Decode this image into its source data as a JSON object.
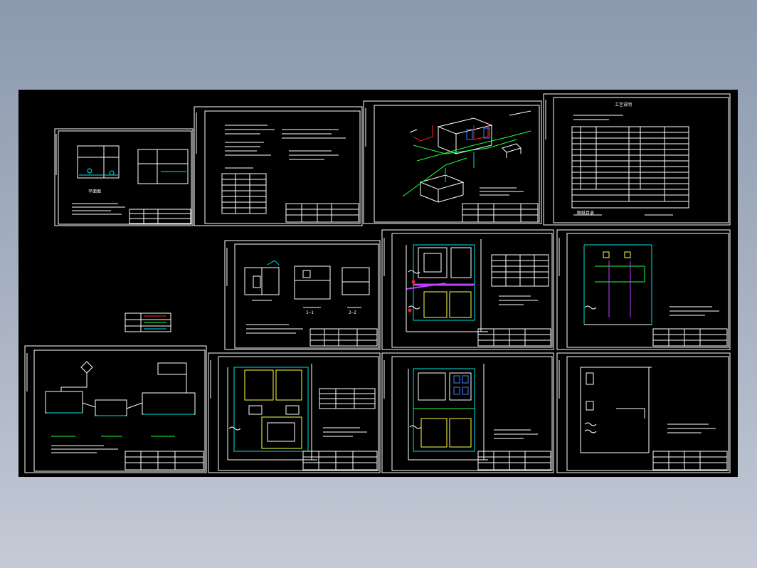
{
  "viewer": {
    "background_top": "#8c9aae",
    "background_bottom": "#c4cad6",
    "canvas_color": "#000000"
  },
  "colors": {
    "frame": "#ffffff",
    "water_pipe": "#00e0e0",
    "hot_pipe": "#ff2020",
    "drain_pipe": "#20ff40",
    "equipment": "#ffff40",
    "highlight": "#c040ff",
    "blue_fixture": "#4080ff"
  },
  "sheets": [
    {
      "id": "sheet-1",
      "type": "plan-and-section"
    },
    {
      "id": "sheet-2",
      "type": "design-notes"
    },
    {
      "id": "sheet-3",
      "type": "isometric-piping"
    },
    {
      "id": "sheet-4",
      "type": "drawing-index"
    },
    {
      "id": "sheet-5",
      "type": "sections"
    },
    {
      "id": "sheet-6",
      "type": "floor-plan"
    },
    {
      "id": "sheet-7",
      "type": "floor-plan-piping"
    },
    {
      "id": "sheet-8",
      "type": "flow-schematic"
    },
    {
      "id": "sheet-9",
      "type": "floor-plan"
    },
    {
      "id": "sheet-10",
      "type": "floor-plan"
    },
    {
      "id": "sheet-11",
      "type": "floor-plan-piping"
    }
  ],
  "labels": {
    "index_title": "工艺说明",
    "index_caption": "图纸目录",
    "section_a": "1—1",
    "section_b": "2—2",
    "plan_caption": "平面图"
  }
}
